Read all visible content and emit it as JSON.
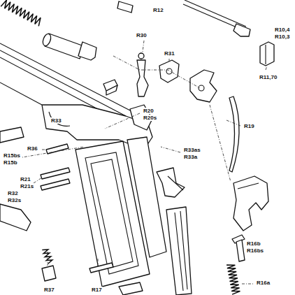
{
  "diagram": {
    "labels": [
      "R12",
      "R10,4",
      "R10,3",
      "R30",
      "R31",
      "R11,70",
      "R20",
      "R20s",
      "R19",
      "R33",
      "R36",
      "R15bs",
      "R15b",
      "R33as",
      "R33a",
      "R21",
      "R21s",
      "R32",
      "R32s",
      "R16b",
      "R16bs",
      "R16a",
      "R37",
      "R17"
    ]
  }
}
